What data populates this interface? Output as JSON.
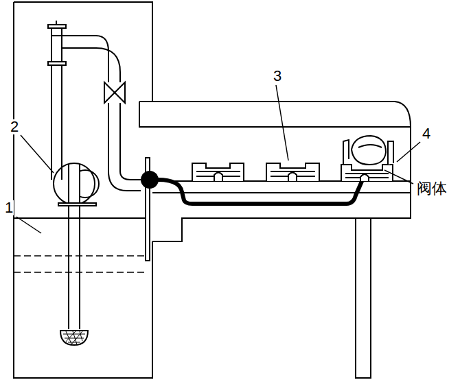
{
  "diagram": {
    "labels": [
      "3",
      "2",
      "4",
      "阀体",
      "1"
    ]
  }
}
